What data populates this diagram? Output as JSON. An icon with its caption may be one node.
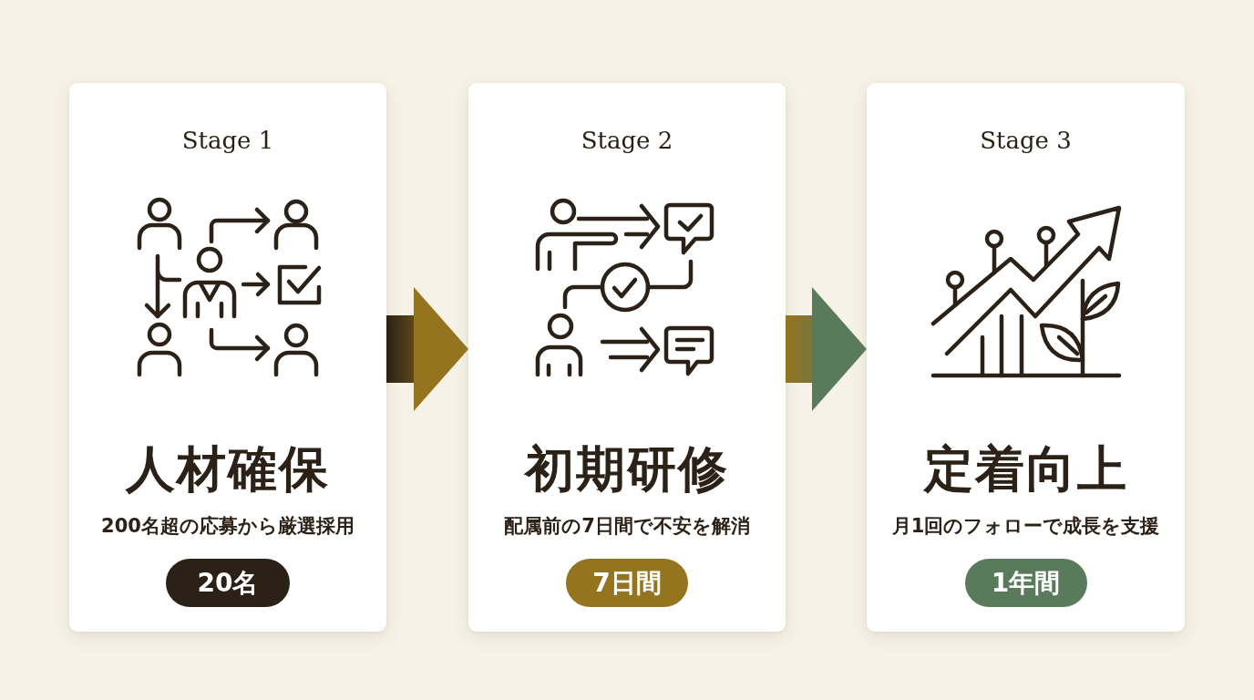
{
  "diagram": {
    "nodes": [
      {
        "text": [
          "Stage 1",
          "人材確保",
          "200名超の応募から厳選採用"
        ]
      },
      {
        "text": [
          "20名"
        ],
        "in": 0
      },
      {
        "text": [
          "Stage 2",
          "初期研修",
          "配属前の7日間で不安を解消"
        ]
      },
      {
        "text": [
          "7日間"
        ],
        "in": 2
      },
      {
        "text": [
          "Stage 3",
          "定着向上",
          "月1回のフォローで成長を支援"
        ]
      },
      {
        "text": [
          "1年間"
        ],
        "in": 4
      }
    ],
    "edges": [
      {
        "from": 0,
        "to": 2,
        "arrow": "to"
      },
      {
        "from": 2,
        "to": 4,
        "arrow": "to"
      }
    ]
  }
}
